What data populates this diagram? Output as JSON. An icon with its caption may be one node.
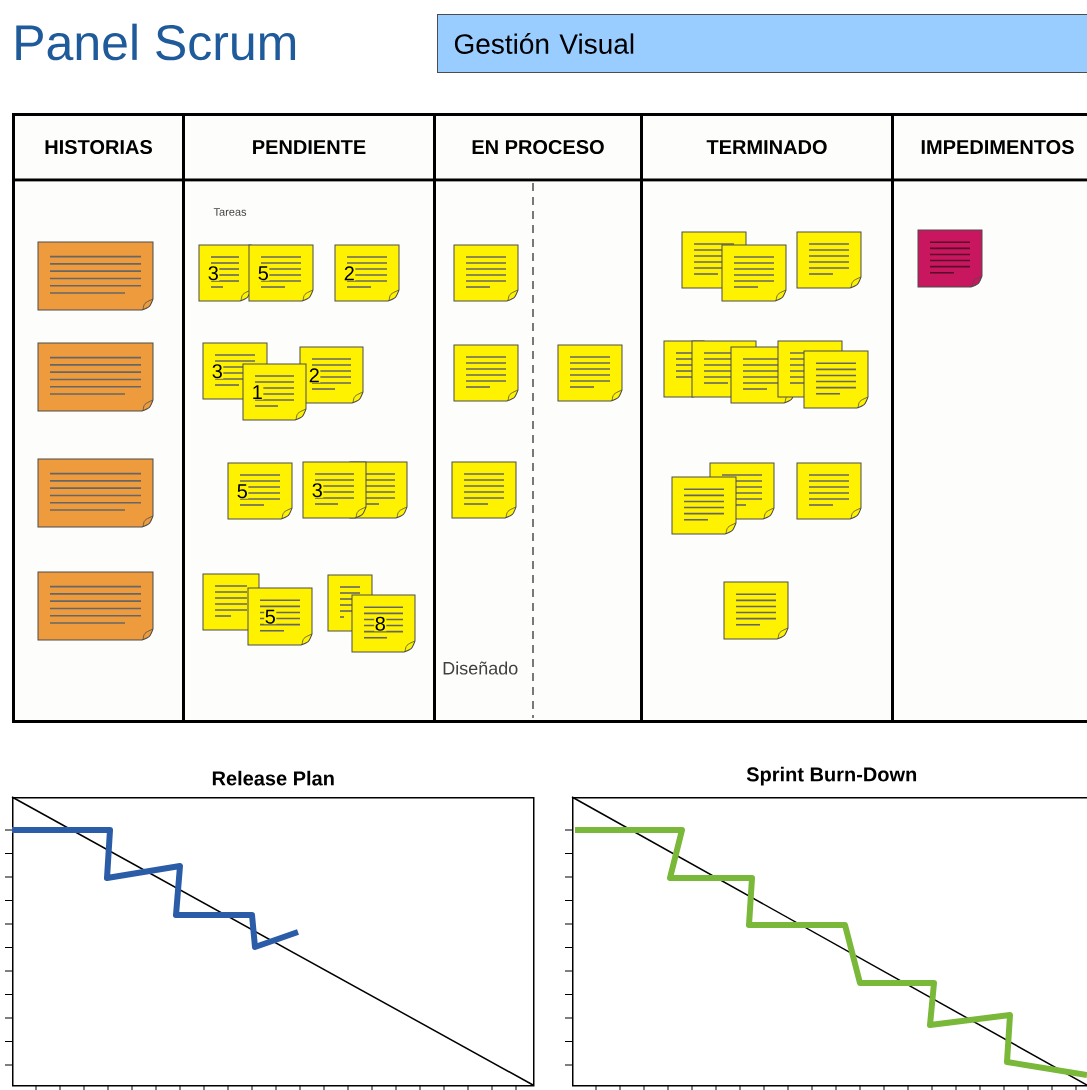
{
  "diagram": {
    "title": "Panel Scrum",
    "nodes": [
      {
        "text": [
          "Gestión Visual"
        ]
      },
      {
        "text": [
          "HISTORIAS"
        ]
      },
      {
        "text": [],
        "shape": "note",
        "in": 1
      },
      {
        "text": [],
        "shape": "note",
        "in": 1
      },
      {
        "text": [],
        "shape": "note",
        "in": 1
      },
      {
        "text": [],
        "shape": "note",
        "in": 1
      },
      {
        "text": [
          "PENDIENTE"
        ]
      },
      {
        "text": [
          "3"
        ],
        "in": 6
      },
      {
        "text": [
          "5"
        ],
        "in": 6
      },
      {
        "text": [
          "2"
        ],
        "in": 6
      },
      {
        "text": [
          "3"
        ],
        "in": 6
      },
      {
        "text": [
          "2"
        ],
        "in": 6
      },
      {
        "text": [
          "1"
        ],
        "in": 6
      },
      {
        "text": [
          "5"
        ],
        "in": 6
      },
      {
        "text": [],
        "shape": "note",
        "in": 6
      },
      {
        "text": [
          "3"
        ],
        "in": 6
      },
      {
        "text": [],
        "shape": "note",
        "in": 6
      },
      {
        "text": [
          "5"
        ],
        "in": 6
      },
      {
        "text": [],
        "shape": "note",
        "in": 6
      },
      {
        "text": [
          "8"
        ],
        "in": 6
      },
      {
        "text": [
          "EN PROCESO"
        ]
      },
      {
        "text": [],
        "shape": "note",
        "in": 20
      },
      {
        "text": [],
        "shape": "note",
        "in": 20
      },
      {
        "text": [],
        "shape": "note",
        "in": 20
      },
      {
        "text": [],
        "shape": "note",
        "in": 20
      },
      {
        "text": [
          "TERMINADO"
        ]
      },
      {
        "text": [],
        "shape": "note",
        "in": 25
      },
      {
        "text": [],
        "shape": "note",
        "in": 25
      },
      {
        "text": [],
        "shape": "note",
        "in": 25
      },
      {
        "text": [],
        "shape": "note",
        "in": 25
      },
      {
        "text": [],
        "shape": "note",
        "in": 25
      },
      {
        "text": [],
        "shape": "note",
        "in": 25
      },
      {
        "text": [],
        "shape": "note",
        "in": 25
      },
      {
        "text": [],
        "shape": "note",
        "in": 25
      },
      {
        "text": [],
        "shape": "note",
        "in": 25
      },
      {
        "text": [],
        "shape": "note",
        "in": 25
      },
      {
        "text": [],
        "shape": "note",
        "in": 25
      },
      {
        "text": [],
        "shape": "note",
        "in": 25
      },
      {
        "text": [
          "IMPEDIMENTOS"
        ]
      },
      {
        "text": [],
        "shape": "note",
        "in": 38
      },
      {
        "text": [
          "Release Plan"
        ]
      },
      {
        "text": [
          "Sprint Burn-Down"
        ]
      }
    ],
    "labels": [
      "Tareas",
      "Diseñado"
    ]
  }
}
